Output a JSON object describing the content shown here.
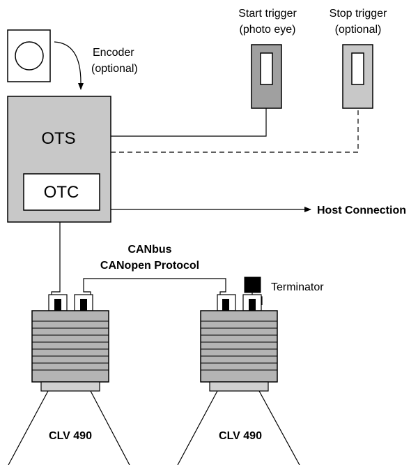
{
  "labels": {
    "encoder_line1": "Encoder",
    "encoder_line2": "(optional)",
    "start_trigger_line1": "Start trigger",
    "start_trigger_line2": "(photo eye)",
    "stop_trigger_line1": "Stop trigger",
    "stop_trigger_line2": "(optional)",
    "ots": "OTS",
    "otc": "OTC",
    "host_connection": "Host Connection",
    "canbus_line1": "CANbus",
    "canbus_line2": "CANopen Protocol",
    "terminator": "Terminator",
    "scanner_left": "CLV 490",
    "scanner_right": "CLV 490"
  },
  "colors": {
    "box_fill": "#c8c8c8",
    "start_trigger_fill": "#a0a0a0",
    "stop_trigger_fill": "#c8c8c8",
    "scanner_fill": "#b4b4b4",
    "terminator_fill": "#000000",
    "line": "#000000"
  }
}
